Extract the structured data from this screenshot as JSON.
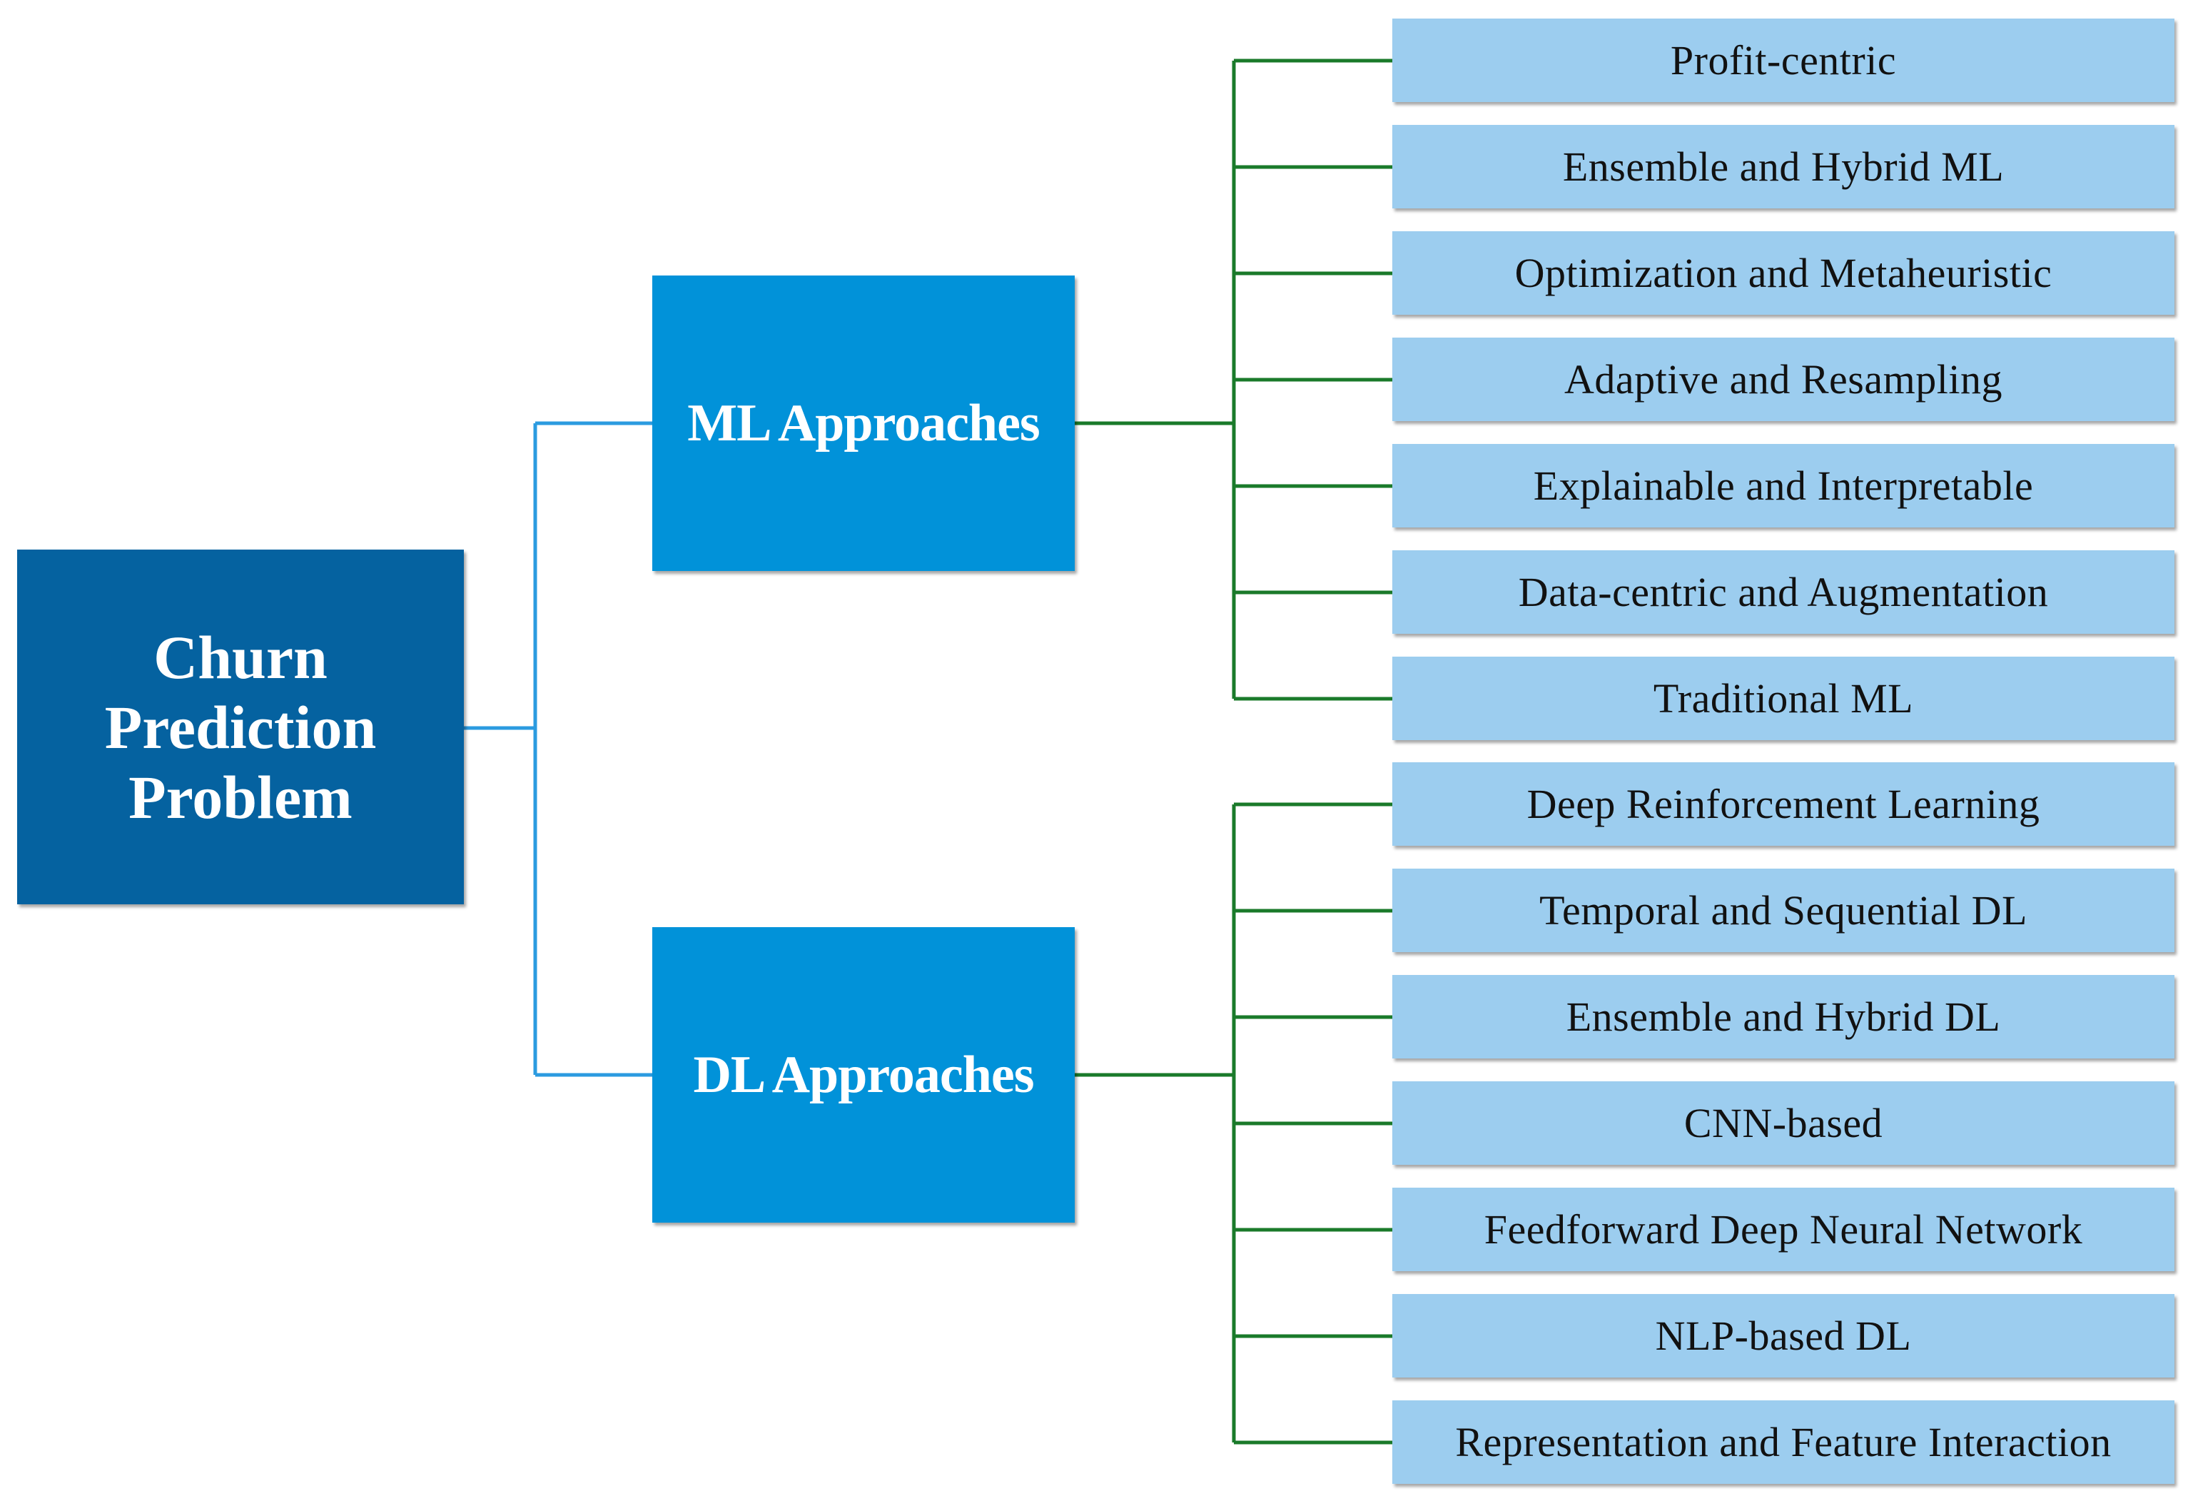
{
  "root": {
    "label_lines": [
      "Churn",
      "Prediction",
      "Problem"
    ]
  },
  "branches": [
    {
      "label": "ML Approaches",
      "items": [
        "Profit-centric",
        "Ensemble and Hybrid ML",
        "Optimization and Metaheuristic",
        "Adaptive and Resampling",
        "Explainable and Interpretable",
        "Data-centric and Augmentation",
        "Traditional ML"
      ]
    },
    {
      "label": "DL Approaches",
      "items": [
        "Deep Reinforcement Learning",
        "Temporal and Sequential DL",
        "Ensemble and Hybrid DL",
        "CNN-based",
        "Feedforward Deep Neural Network",
        "NLP-based DL",
        "Representation and Feature Interaction"
      ]
    }
  ],
  "colors": {
    "root_fill": "#0562a0",
    "branch_fill": "#0192d9",
    "leaf_fill": "#9ccdef",
    "root_connector": "#2b9be0",
    "leaf_connector": "#1a7a2a"
  }
}
